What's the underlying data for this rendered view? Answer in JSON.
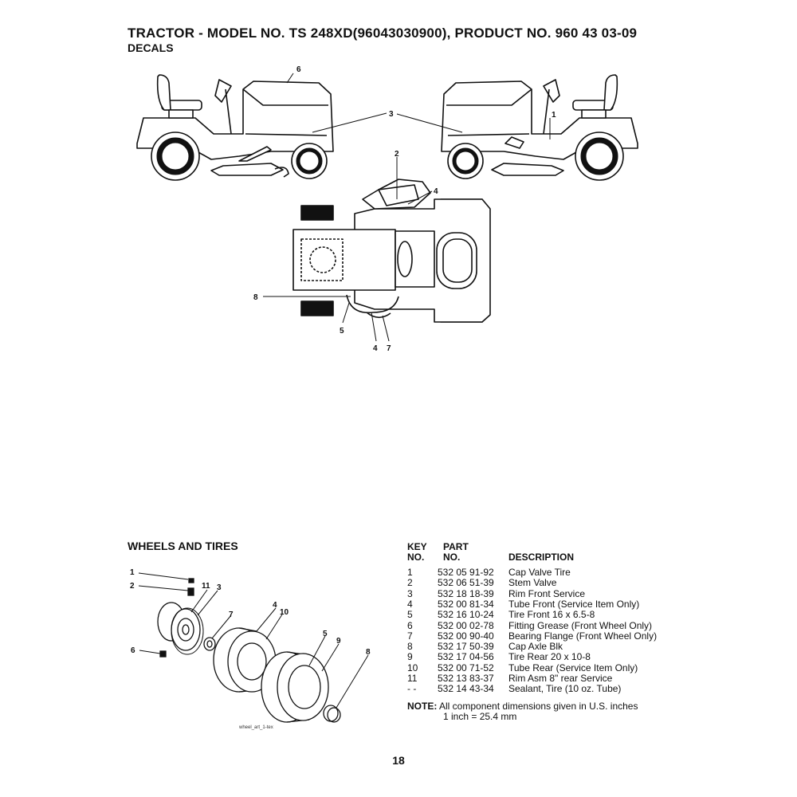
{
  "header": {
    "title": "TRACTOR - MODEL NO. TS 248XD(96043030900), PRODUCT NO. 960 43 03-09",
    "subtitle": "DECALS"
  },
  "decals_figure": {
    "callouts": [
      "6",
      "3",
      "1",
      "2",
      "4",
      "8",
      "5",
      "4",
      "7"
    ]
  },
  "wheels_section": {
    "title": "WHEELS AND TIRES",
    "callouts": [
      "1",
      "2",
      "11",
      "3",
      "7",
      "4",
      "10",
      "5",
      "9",
      "6",
      "8"
    ],
    "art_label": "wheel_art_1-tex"
  },
  "parts_table": {
    "headers": {
      "key_line1": "KEY",
      "key_line2": "NO.",
      "part_line1": "PART",
      "part_line2": "NO.",
      "description": "DESCRIPTION"
    },
    "rows": [
      {
        "key": "1",
        "part": "532 05 91-92",
        "desc": "Cap Valve Tire"
      },
      {
        "key": "2",
        "part": "532 06 51-39",
        "desc": "Stem Valve"
      },
      {
        "key": "3",
        "part": "532 18 18-39",
        "desc": "Rim Front Service"
      },
      {
        "key": "4",
        "part": "532 00 81-34",
        "desc": "Tube Front (Service Item Only)"
      },
      {
        "key": "5",
        "part": "532 16 10-24",
        "desc": "Tire Front  16 x 6.5-8"
      },
      {
        "key": "6",
        "part": "532 00 02-78",
        "desc": "Fitting Grease (Front Wheel Only)"
      },
      {
        "key": "7",
        "part": "532 00 90-40",
        "desc": "Bearing Flange (Front Wheel Only)"
      },
      {
        "key": "8",
        "part": "532 17 50-39",
        "desc": "Cap Axle Blk"
      },
      {
        "key": "9",
        "part": "532 17 04-56",
        "desc": "Tire Rear   20 x 10-8"
      },
      {
        "key": "10",
        "part": "532 00 71-52",
        "desc": "Tube Rear (Service Item Only)"
      },
      {
        "key": "11",
        "part": "532 13 83-37",
        "desc": "Rim Asm 8\" rear Service"
      },
      {
        "key": "- -",
        "part": "532 14 43-34",
        "desc": "Sealant, Tire (10 oz. Tube)"
      }
    ]
  },
  "note": {
    "label": "NOTE:",
    "line1": "All component dimensions given in U.S. inches",
    "line2": "1 inch = 25.4 mm"
  },
  "page_number": "18"
}
